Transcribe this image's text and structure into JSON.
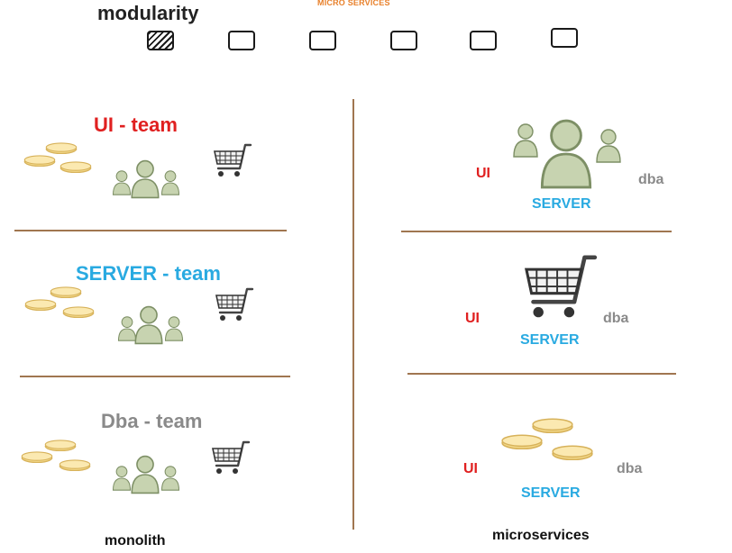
{
  "header": {
    "modularity_label": "modularity",
    "micro_label": "MICRO SERVICES",
    "scale_boxes": 6
  },
  "monolith": {
    "teams": [
      {
        "label": "UI - team",
        "color": "#e02020"
      },
      {
        "label": "SERVER - team",
        "color": "#29aae1"
      },
      {
        "label": "Dba - team",
        "color": "#8a8a8a"
      }
    ],
    "footer": "monolith"
  },
  "microservices": {
    "services": [
      {
        "ui": "UI",
        "server": "SERVER",
        "dba": "dba",
        "icon": "people-icon"
      },
      {
        "ui": "UI",
        "server": "SERVER",
        "dba": "dba",
        "icon": "cart-icon"
      },
      {
        "ui": "UI",
        "server": "SERVER",
        "dba": "dba",
        "icon": "coins-icon"
      }
    ],
    "footer": "microservices"
  },
  "colors": {
    "ui": "#e02020",
    "server": "#29aae1",
    "dba": "#8a8a8a",
    "divider": "#a07650",
    "accent": "#e8812c",
    "coin": "#f3d98a",
    "people": "#b9c7a2"
  }
}
